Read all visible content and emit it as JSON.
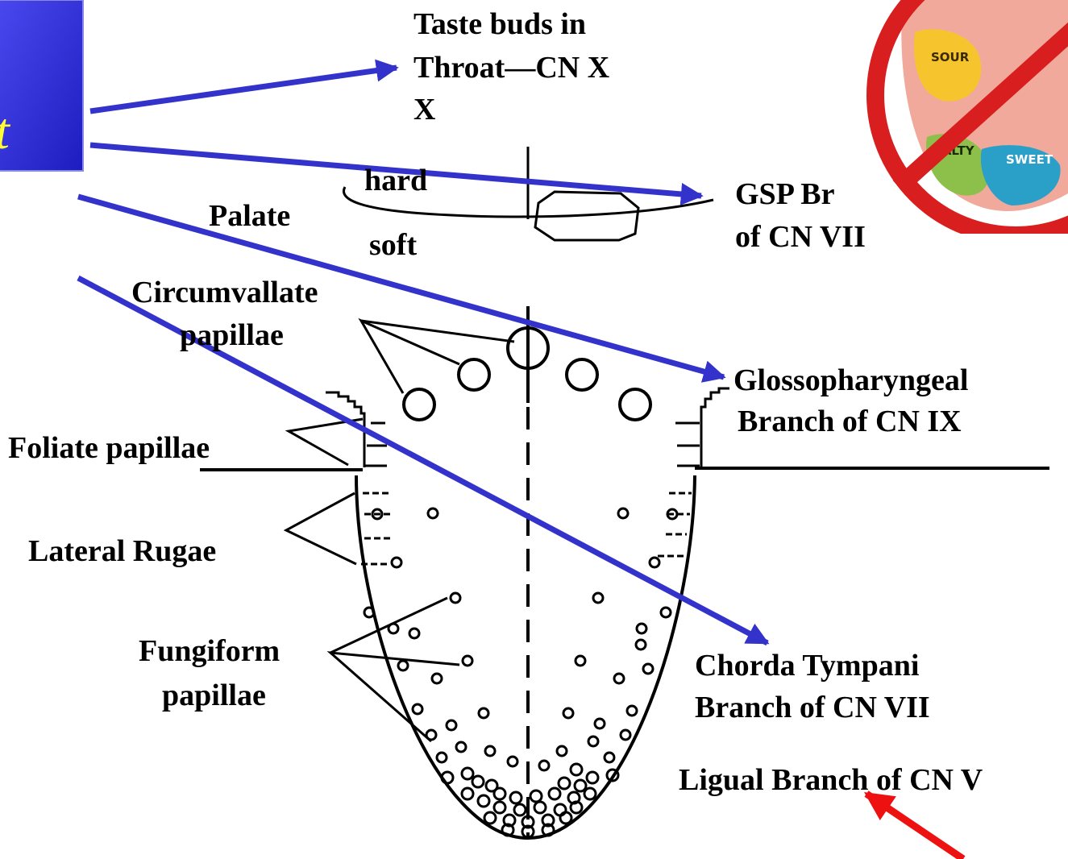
{
  "labels": {
    "taste_buds_line1": "Taste buds in",
    "taste_buds_line2": "Throat—CN X",
    "taste_buds_line3": "X",
    "palate": "Palate",
    "hard": "hard",
    "soft": "soft",
    "gsp_line1": "GSP Br",
    "gsp_line2": "of CN VII",
    "circumvallate_line1": "Circumvallate",
    "circumvallate_line2": "papillae",
    "glosso_line1": "Glossopharyngeal",
    "glosso_line2": "Branch of CN IX",
    "foliate": "Foliate papillae",
    "lateral_rugae": "Lateral Rugae",
    "fungiform_line1": "Fungiform",
    "fungiform_line2": "papillae",
    "chorda_line1": "Chorda Tympani",
    "chorda_line2": "Branch of CN VII",
    "lingual": "Ligual Branch of CN V"
  },
  "side_box": {
    "text": "t"
  },
  "taste_map_image": {
    "labels": [
      "SOUR",
      "SALTY",
      "SWEET"
    ]
  },
  "colors": {
    "arrow_blue": "#3333cc",
    "arrow_red": "#ee1111",
    "box_blue": "#2b2bd6",
    "box_text": "#ffff33",
    "prohibition_red": "#d81e1e"
  }
}
